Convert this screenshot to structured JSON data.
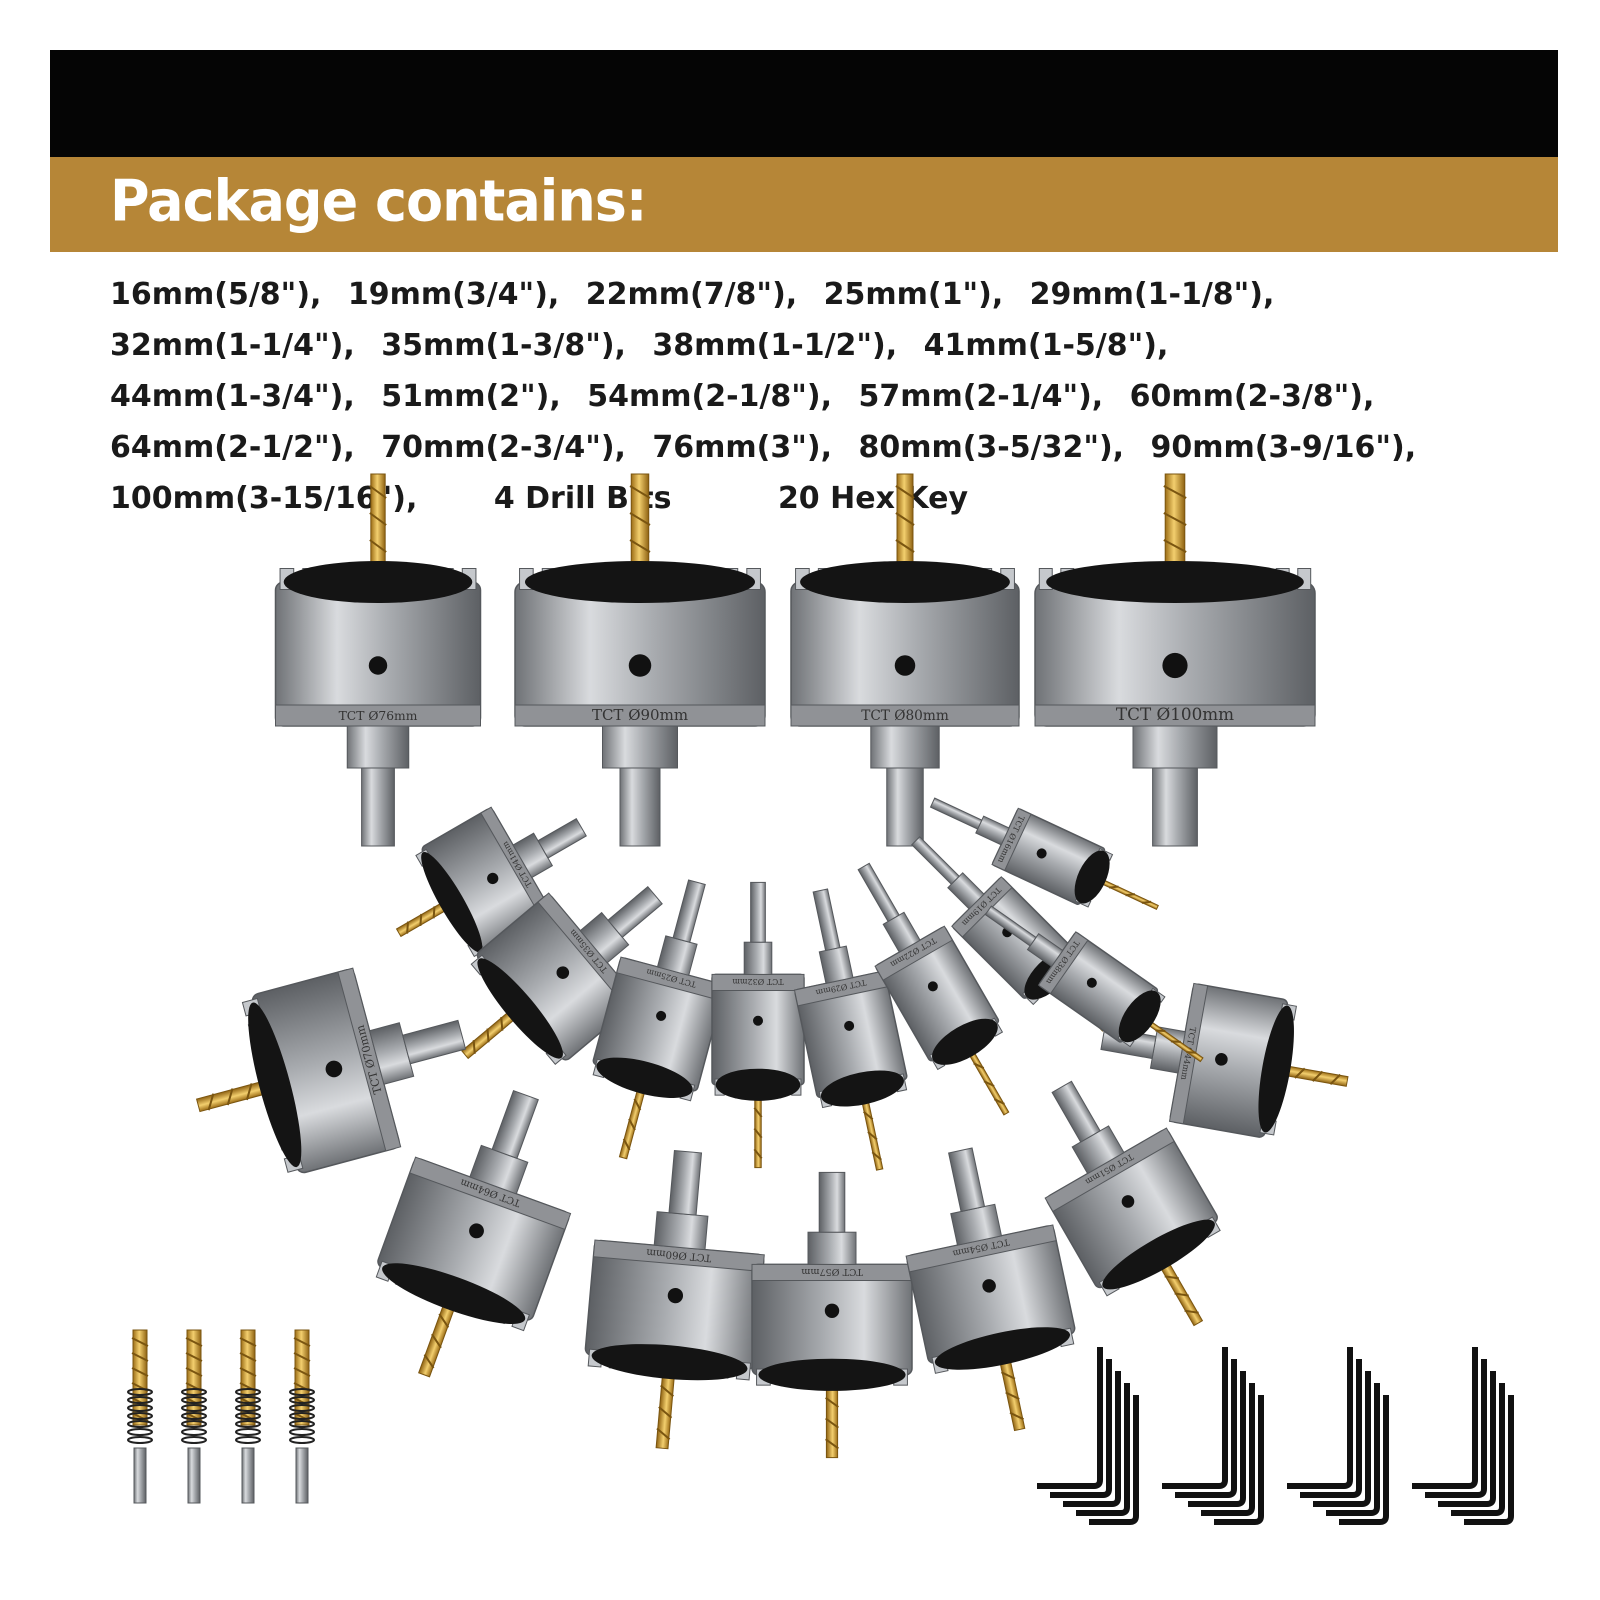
{
  "header": {
    "title": "Package contains:"
  },
  "sizes": {
    "rows": [
      [
        "16mm(5/8\"),",
        "19mm(3/4\"),",
        "22mm(7/8\"),",
        "25mm(1\"),",
        "29mm(1-1/8\"),"
      ],
      [
        "32mm(1-1/4\"),",
        "35mm(1-3/8\"),",
        "38mm(1-1/2\"),",
        "41mm(1-5/8\"),"
      ],
      [
        "44mm(1-3/4\"),",
        "51mm(2\"),",
        "54mm(2-1/8\"),",
        "57mm(2-1/4\"),",
        "60mm(2-3/8\"),"
      ],
      [
        "64mm(2-1/2\"),",
        "70mm(2-3/4\"),",
        "76mm(3\"),",
        "80mm(3-5/32\"),",
        "90mm(3-9/16\"),"
      ]
    ],
    "last_size": "100mm(3-15/16\"),",
    "drill_bits": "4 Drill Bits",
    "hex_key": "20 Hex Key"
  },
  "image": {
    "colors": {
      "black": "#050505",
      "gold": "#b68637",
      "steel": "#a9acb0",
      "bit": "#d8a53a"
    },
    "hole_saws": [
      {
        "label": "TCT Ø76mm"
      },
      {
        "label": "TCT Ø90mm"
      },
      {
        "label": "TCT Ø80mm"
      },
      {
        "label": "TCT Ø100mm"
      },
      {
        "label": "TCT Ø41mm"
      },
      {
        "label": "TCT Ø35mm"
      },
      {
        "label": "TCT Ø25mm"
      },
      {
        "label": "TCT Ø32mm"
      },
      {
        "label": "TCT Ø29mm"
      },
      {
        "label": "TCT Ø22mm"
      },
      {
        "label": "TCT Ø19mm"
      },
      {
        "label": "TCT Ø16mm"
      },
      {
        "label": "TCT Ø44mm"
      },
      {
        "label": "TCT Ø70mm"
      },
      {
        "label": "TCT Ø64mm"
      },
      {
        "label": "TCT Ø60mm"
      },
      {
        "label": "TCT Ø57mm"
      },
      {
        "label": "TCT Ø54mm"
      },
      {
        "label": "TCT Ø51mm"
      },
      {
        "label": "TCT Ø38mm"
      }
    ],
    "drill_bit_count": 4,
    "hex_key_groups": 4,
    "hex_keys_per_group": 5
  }
}
